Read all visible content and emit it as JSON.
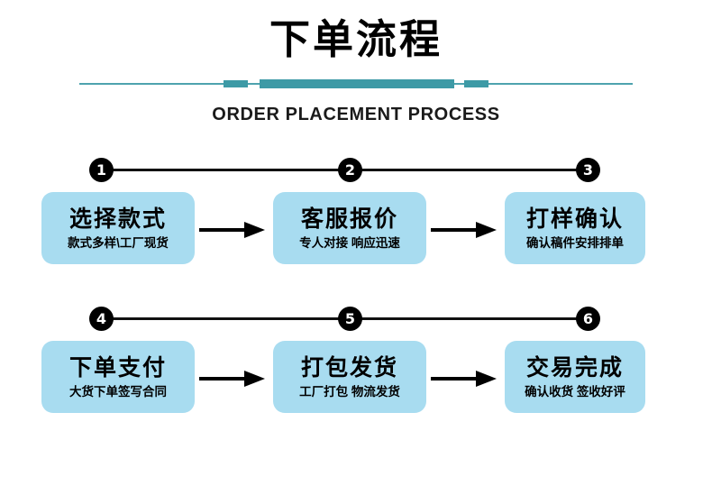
{
  "header": {
    "title": "下单流程",
    "subtitle": "ORDER PLACEMENT PROCESS"
  },
  "colors": {
    "box_background": "#a8dcf0",
    "divider_teal": "#3d9aa6",
    "divider_line": "#4ea3ae",
    "text": "#000000",
    "marker": "#000000"
  },
  "rows": [
    {
      "markers": [
        "1",
        "2",
        "3"
      ],
      "steps": [
        {
          "title": "选择款式",
          "subtitle": "款式多样\\工厂现货"
        },
        {
          "title": "客服报价",
          "subtitle": "专人对接 响应迅速"
        },
        {
          "title": "打样确认",
          "subtitle": "确认稿件安排排单"
        }
      ]
    },
    {
      "markers": [
        "4",
        "5",
        "6"
      ],
      "steps": [
        {
          "title": "下单支付",
          "subtitle": "大货下单签写合同"
        },
        {
          "title": "打包发货",
          "subtitle": "工厂打包 物流发货"
        },
        {
          "title": "交易完成",
          "subtitle": "确认收货 签收好评"
        }
      ]
    }
  ]
}
